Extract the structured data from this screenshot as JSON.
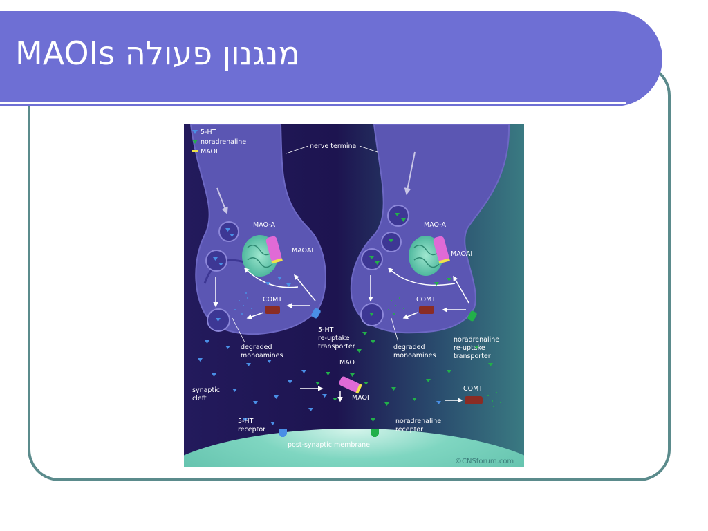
{
  "slide": {
    "title": "מנגנון פעולה MAOIs"
  },
  "diagram": {
    "legend": [
      {
        "label": "5-HT",
        "color": "#4a8fe6"
      },
      {
        "label": "noradrenaline",
        "color": "#22b04a"
      },
      {
        "label": "MAOI",
        "color": "#f0e24a"
      }
    ],
    "labels": {
      "nerve_terminal": "nerve terminal",
      "mao_a_left": "MAO-A",
      "mao_a_right": "MAO-A",
      "maoai_left": "MAOAI",
      "maoai_right": "MAOAI",
      "comt_left": "COMT",
      "comt_right": "COMT",
      "comt_cleft": "COMT",
      "ht_reuptake": [
        "5-HT",
        "re-uptake",
        "transporter"
      ],
      "na_reuptake": [
        "noradrenaline",
        "re-uptake",
        "transporter"
      ],
      "degraded_left": [
        "degraded",
        "monoamines"
      ],
      "degraded_right": [
        "degraded",
        "monoamines"
      ],
      "mao": "MAO",
      "maoi": "MAOI",
      "synaptic_cleft": [
        "synaptic",
        "cleft"
      ],
      "ht_receptor": [
        "5-HT",
        "receptor"
      ],
      "na_receptor": [
        "noradrenaline",
        "receptor"
      ],
      "post_synaptic": "post-synaptic membrane",
      "copyright": "©CNSforum.com"
    }
  }
}
